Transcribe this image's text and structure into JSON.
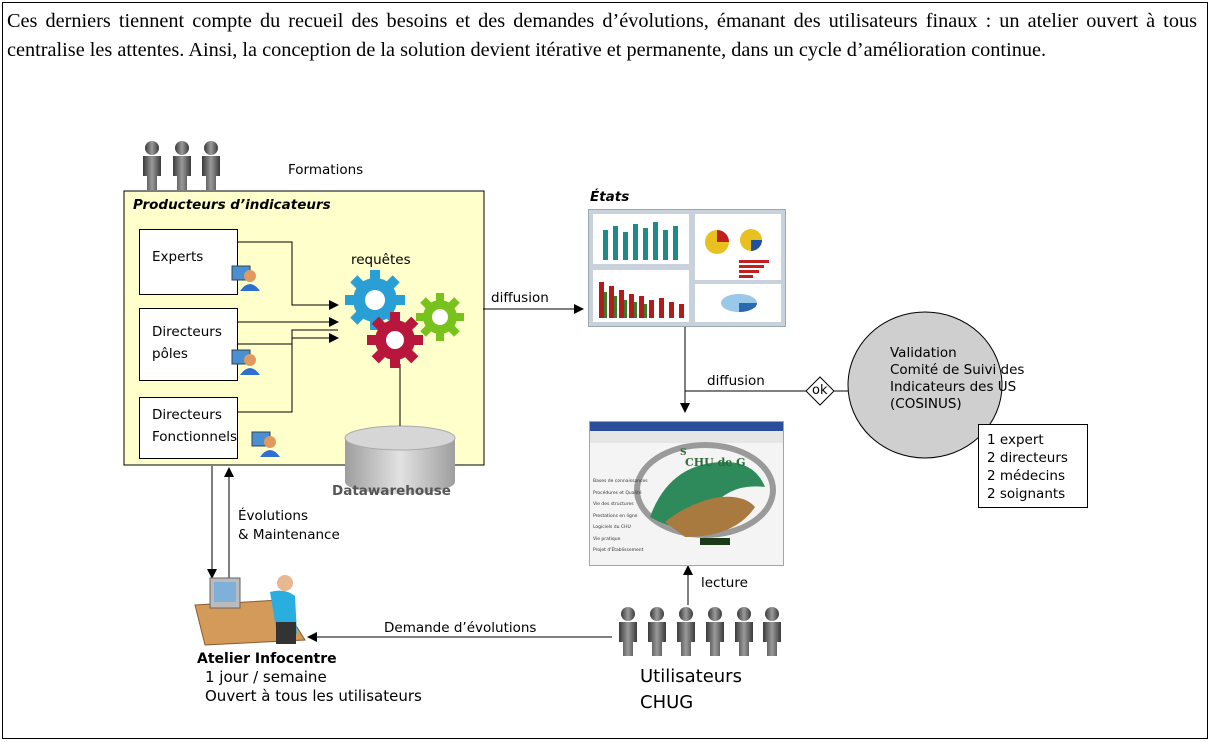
{
  "paragraph": "Ces derniers tiennent compte du recueil des besoins et des demandes d’évolutions, émanant des utilisateurs finaux : un atelier ouvert à tous centralise les attentes. Ainsi, la conception de la solution devient itérative et permanente, dans un cycle d’amélioration continue.",
  "diagram": {
    "formations": "Formations",
    "producers_title": "Producteurs d’indicateurs",
    "experts": "Experts",
    "dir_poles_1": "Directeurs",
    "dir_poles_2": "pôles",
    "dir_fonc_1": "Directeurs",
    "dir_fonc_2": "Fonctionnels",
    "requetes": "requêtes",
    "datawarehouse": "Datawarehouse",
    "diffusion_1": "diffusion",
    "diffusion_2": "diffusion",
    "etats": "États",
    "ok": "ok",
    "validation_1": "Validation",
    "validation_2": "Comité de Suivi des",
    "validation_3": "Indicateurs des US",
    "validation_4": "(COSINUS)",
    "committee": [
      "1 expert",
      "2 directeurs",
      "2 médecins",
      "2 soignants"
    ],
    "evolutions_1": "Évolutions",
    "evolutions_2": "& Maintenance",
    "lecture": "lecture",
    "demande": "Demande d’évolutions",
    "atelier_title": "Atelier Infocentre",
    "atelier_1": "1 jour / semaine",
    "atelier_2": "Ouvert à tous les utilisateurs",
    "users_1": "Utilisateurs",
    "users_2": "CHUG",
    "portal_title_1": "S",
    "portal_title_2": "CHU de G",
    "portal_menu": [
      "Bases de connaissances",
      "Procédures et Qualité",
      "Vie des structures",
      "Prestations en ligne",
      "Logiciels du CHU",
      "Vie pratique",
      "Projet d'Établissement"
    ]
  },
  "colors": {
    "producers_fill": "#ffffcc",
    "ellipse_fill": "#cfcfcf",
    "gear_blue": "#2a9fd6",
    "gear_red": "#b8163a",
    "gear_green": "#78c21e",
    "cylinder": "#bdbdbd"
  }
}
